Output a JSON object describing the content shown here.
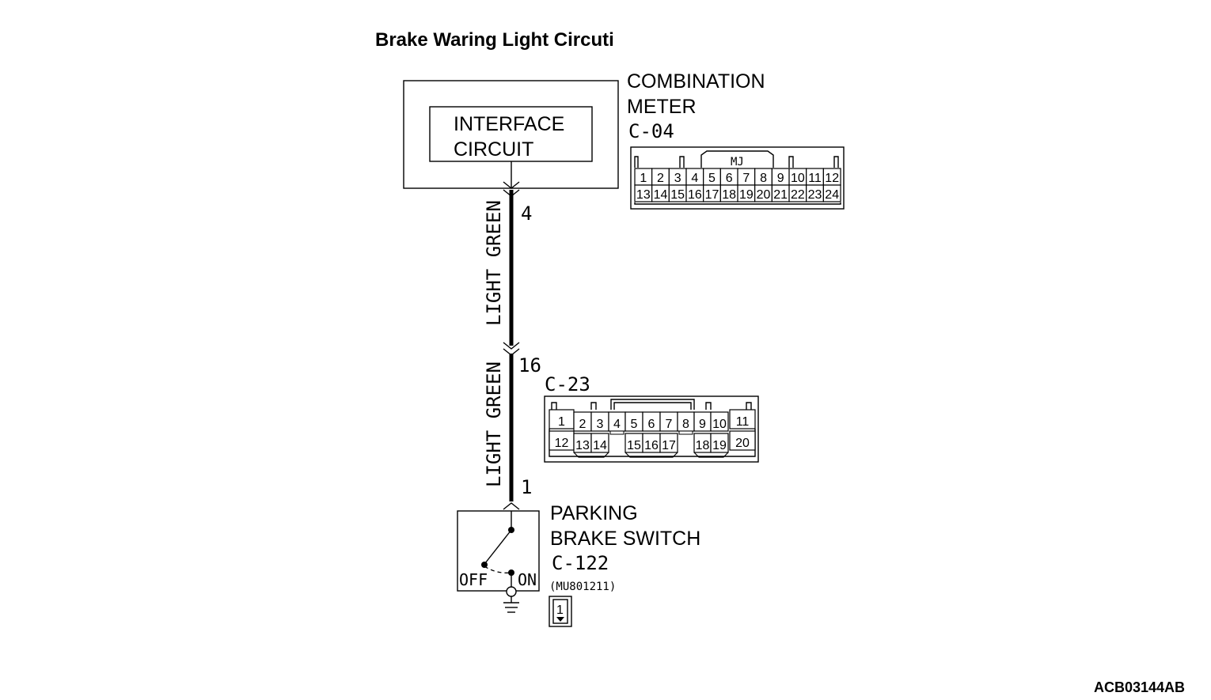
{
  "title": "Brake Waring Light Circuti",
  "combination_meter": {
    "name_line1": "COMBINATION",
    "name_line2": "METER",
    "connector": "C-04",
    "inner_line1": "INTERFACE",
    "inner_line2": "CIRCUIT",
    "connector_key": "MJ",
    "pins_row1": [
      "1",
      "2",
      "3",
      "4",
      "5",
      "6",
      "7",
      "8",
      "9",
      "10",
      "11",
      "12"
    ],
    "pins_row2": [
      "13",
      "14",
      "15",
      "16",
      "17",
      "18",
      "19",
      "20",
      "21",
      "22",
      "23",
      "24"
    ]
  },
  "wire_upper": {
    "color": "LIGHT GREEN",
    "pin_top": "4"
  },
  "wire_lower": {
    "color": "LIGHT GREEN",
    "pin_top": "16",
    "pin_bottom": "1"
  },
  "junction_connector": {
    "connector": "C-23",
    "pins_row1": [
      "1",
      "2",
      "3",
      "4",
      "5",
      "6",
      "7",
      "8",
      "9",
      "10",
      "11"
    ],
    "pins_row2": [
      "12",
      "13",
      "14",
      "15",
      "16",
      "17",
      "18",
      "19",
      "20"
    ]
  },
  "parking_brake_switch": {
    "name_line1": "PARKING",
    "name_line2": "BRAKE SWITCH",
    "connector": "C-122",
    "part_number": "(MU801211)",
    "off_label": "OFF",
    "on_label": "ON",
    "connector_pin": "1"
  },
  "figure_id": "ACB03144AB"
}
